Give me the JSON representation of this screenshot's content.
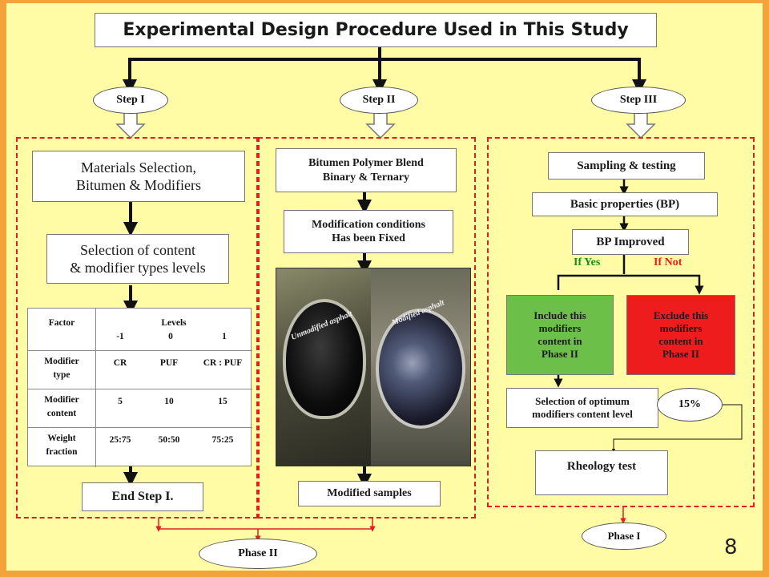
{
  "title": "Experimental Design Procedure Used in This Study",
  "steps": {
    "one": "Step I",
    "two": "Step II",
    "three": "Step III"
  },
  "step1": {
    "box1": "Materials Selection,\nBitumen & Modifiers",
    "box2": "Selection of content\n& modifier types levels",
    "end": "End Step I.",
    "table": {
      "factor_header": "Factor",
      "levels_header": "Levels",
      "levels": [
        "-1",
        "0",
        "1"
      ],
      "rows": [
        {
          "factor": "Modifier\ntype",
          "values": [
            "CR",
            "PUF",
            "CR : PUF"
          ]
        },
        {
          "factor": "Modifier\ncontent",
          "values": [
            "5",
            "10",
            "15"
          ]
        },
        {
          "factor": "Weight\nfraction",
          "values": [
            "25:75",
            "50:50",
            "75:25"
          ]
        }
      ]
    }
  },
  "step2": {
    "box1": "Bitumen Polymer Blend\nBinary & Ternary",
    "box2": "Modification conditions\nHas been Fixed",
    "photo_left_label": "Unmodified asphalt",
    "photo_right_label": "Modified asphalt",
    "box3": "Modified samples"
  },
  "step3": {
    "sampling": "Sampling & testing",
    "basic": "Basic properties (BP)",
    "improved": "BP Improved",
    "if_yes": "If Yes",
    "if_not": "If Not",
    "include": "Include this\nmodifiers\ncontent in\nPhase II",
    "exclude": "Exclude this\nmodifiers\ncontent in\nPhase II",
    "optimum": "Selection of optimum\nmodifiers content level",
    "percent": "15%",
    "rheology": "Rheology test"
  },
  "phases": {
    "phase_two": "Phase II",
    "phase_one": "Phase I"
  },
  "page_number": "8",
  "colors": {
    "frame": "#f2a33a",
    "background": "#fffca5",
    "dashed": "#e02020",
    "include": "#6cc04a",
    "exclude": "#ee1c1c",
    "yes_text": "#1a8a1a",
    "not_text": "#e02020"
  }
}
